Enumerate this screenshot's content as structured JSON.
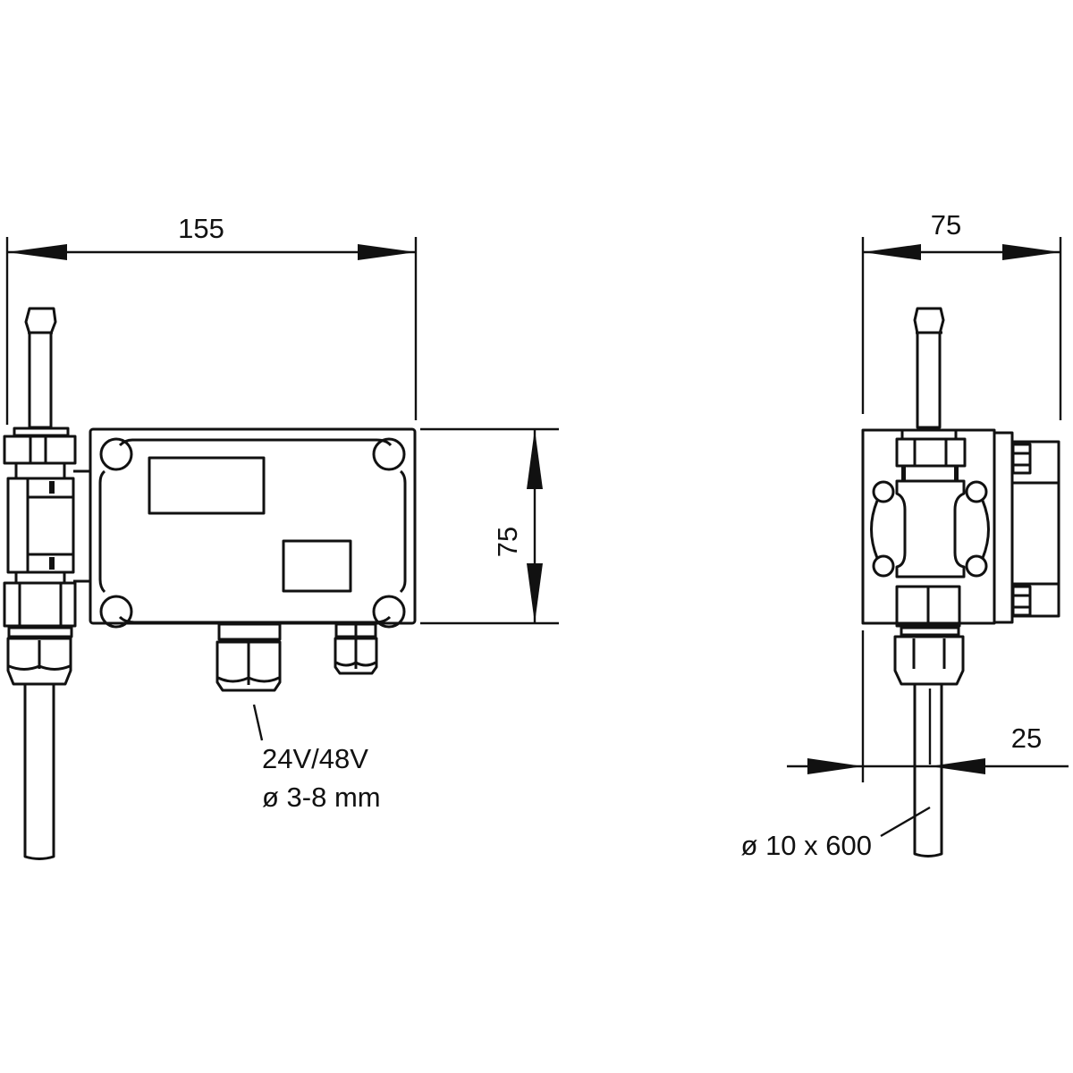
{
  "front_view": {
    "width_dimension": "155",
    "height_dimension": "75",
    "cable_gland_label": {
      "voltage": "24V/48V",
      "cable_diameter": "ø 3-8 mm"
    }
  },
  "side_view": {
    "width_dimension": "75",
    "probe_offset_dimension": "25",
    "probe_label": "ø 10 x 600"
  },
  "colors": {
    "line": "#111111",
    "background": "#ffffff"
  }
}
